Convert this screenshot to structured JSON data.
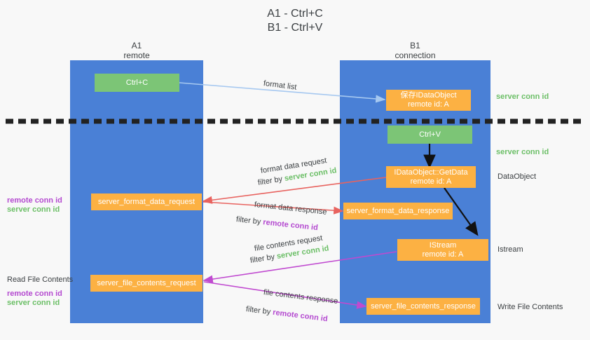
{
  "title": {
    "line1": "A1 - Ctrl+C",
    "line2": "B1 - Ctrl+V"
  },
  "columns": [
    {
      "id": "a1",
      "name": "A1",
      "sub": "remote"
    },
    {
      "id": "b1",
      "name": "B1",
      "sub": "connection"
    }
  ],
  "boxes": {
    "ctrl_c": {
      "label": "Ctrl+C",
      "color": "#7cc576"
    },
    "ctrl_v": {
      "label": "Ctrl+V",
      "color": "#7cc576"
    },
    "idataobject_create": {
      "line1": "保存IDataObject",
      "line2": "remote id: A",
      "color": "#fcb143"
    },
    "idataobject_getdata": {
      "line1": "IDataObject::GetData",
      "line2": "remote id: A",
      "color": "#fcb143"
    },
    "istream": {
      "line1": "IStream",
      "line2": "remote id: A",
      "color": "#fcb143"
    },
    "server_format_data_request": {
      "label": "server_format_data_request",
      "color": "#fcb143"
    },
    "server_format_data_response": {
      "label": "server_format_data_response",
      "color": "#fcb143"
    },
    "server_file_contents_request": {
      "label": "server_file_contents_request",
      "color": "#fcb143"
    },
    "server_file_contents_response": {
      "label": "server_file_contents_response",
      "color": "#fcb143"
    }
  },
  "right_labels": {
    "server_conn_id_top": "server conn id",
    "server_conn_id_mid": "server conn id",
    "dataobject": "DataObject",
    "istream": "Istream",
    "write_file_contents": "Write File Contents"
  },
  "left_labels": {
    "remote_conn_id_1": "remote conn id",
    "server_conn_id_1": "server conn id",
    "read_file_contents": "Read File Contents",
    "remote_conn_id_2": "remote conn id",
    "server_conn_id_2": "server conn id"
  },
  "arrows": {
    "format_list": "format list",
    "format_data_request": "format data request",
    "format_data_request_filter_prefix": "filter by ",
    "format_data_request_filter_value": "server conn id",
    "format_data_response": "format data response",
    "format_data_response_filter_prefix": "filter by ",
    "format_data_response_filter_value": "remote conn id",
    "file_contents_request": "file contents request",
    "file_contents_request_filter_prefix": "filter by ",
    "file_contents_request_filter_value": "server conn id",
    "file_contents_response": "file contents response",
    "file_contents_response_filter_prefix": "filter by ",
    "file_contents_response_filter_value": "remote conn id"
  },
  "colors": {
    "lane_blue": "#4a80d6",
    "green": "#7cc576",
    "orange": "#fcb143",
    "green_text": "#6cbf67",
    "purple_text": "#b44ad0",
    "red_arrow": "#e8635f",
    "magenta_arrow": "#c04ad0",
    "light_blue_arrow": "#a6c8f0",
    "black_arrow": "#111111",
    "divider": "#222222",
    "background": "#f8f8f8"
  }
}
